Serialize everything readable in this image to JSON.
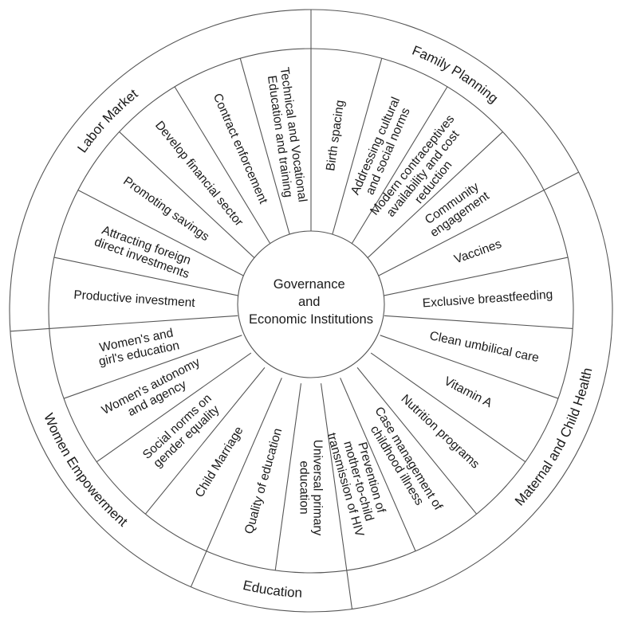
{
  "center": {
    "lines": [
      "Governance",
      "and",
      "Economic Institutions"
    ]
  },
  "categories": [
    {
      "name": "Family Planning",
      "start": 0,
      "end": 4
    },
    {
      "name": "Maternal and Child Health",
      "start": 4,
      "end": 11
    },
    {
      "name": "Education",
      "start": 11,
      "end": 13
    },
    {
      "name": "Women Empowerment",
      "start": 13,
      "end": 17
    },
    {
      "name": "Labor Market",
      "start": 17,
      "end": 23
    }
  ],
  "items": [
    {
      "lines": [
        "Birth spacing"
      ]
    },
    {
      "lines": [
        "Addressing cultural",
        "and social norms"
      ]
    },
    {
      "lines": [
        "Modern contraceptives",
        "availability and cost",
        "reduction"
      ]
    },
    {
      "lines": [
        "Community",
        "engagement"
      ]
    },
    {
      "lines": [
        "Vaccines"
      ]
    },
    {
      "lines": [
        "Exclusive breastfeeding"
      ]
    },
    {
      "lines": [
        "Clean umbilical care"
      ]
    },
    {
      "lines": [
        "Vitamin A"
      ]
    },
    {
      "lines": [
        "Nutrition programs"
      ]
    },
    {
      "lines": [
        "Case management of",
        "childhood illness"
      ]
    },
    {
      "lines": [
        "Prevention of",
        "mother-to-child",
        "transmission of HIV"
      ]
    },
    {
      "lines": [
        "Universal primary",
        "education"
      ]
    },
    {
      "lines": [
        "Quality of education"
      ]
    },
    {
      "lines": [
        "Child Marriage"
      ]
    },
    {
      "lines": [
        "Social norms on",
        "gender equality"
      ]
    },
    {
      "lines": [
        "Women's autonomy",
        "and agency"
      ]
    },
    {
      "lines": [
        "Women's and",
        "girl's education"
      ]
    },
    {
      "lines": [
        "Productive investment"
      ]
    },
    {
      "lines": [
        "Attracting foreign",
        "direct investments"
      ]
    },
    {
      "lines": [
        "Promoting savings"
      ]
    },
    {
      "lines": [
        "Develop financial sector"
      ]
    },
    {
      "lines": [
        "Contract enforcement"
      ]
    },
    {
      "lines": [
        "Technical and Vocational",
        "Education and training"
      ]
    }
  ]
}
